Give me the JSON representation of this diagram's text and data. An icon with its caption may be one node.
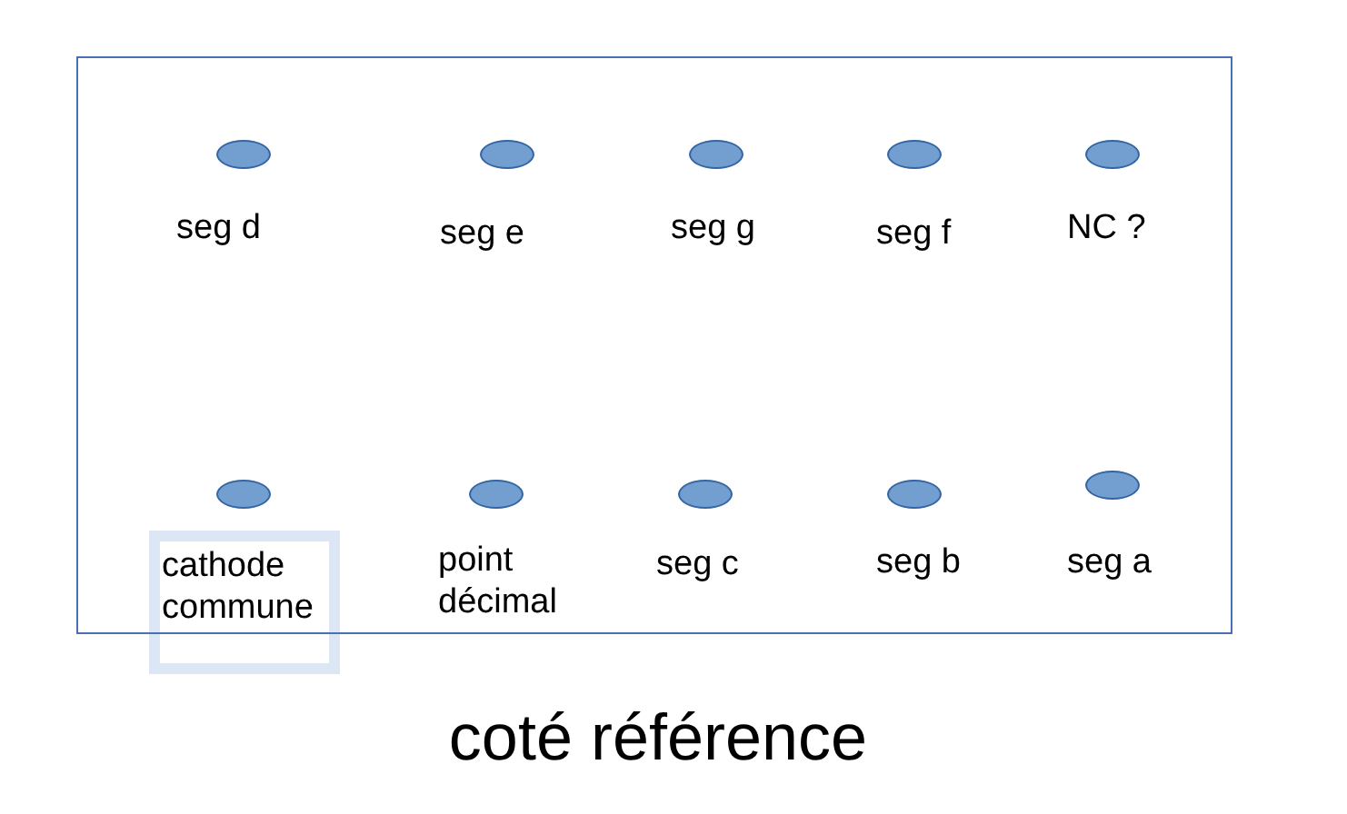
{
  "diagram": {
    "caption": "coté référence",
    "nodes": [
      {
        "text": [],
        "shape": "box"
      },
      {
        "text": [],
        "shape": "ellipse",
        "in": 0,
        "beside": [
          "seg d"
        ]
      },
      {
        "text": [],
        "shape": "ellipse",
        "in": 0,
        "beside": [
          "seg e"
        ]
      },
      {
        "text": [],
        "shape": "ellipse",
        "in": 0,
        "beside": [
          "seg g"
        ]
      },
      {
        "text": [],
        "shape": "ellipse",
        "in": 0,
        "beside": [
          "seg f"
        ]
      },
      {
        "text": [],
        "shape": "ellipse",
        "in": 0,
        "beside": [
          "NC ?"
        ]
      },
      {
        "text": [],
        "shape": "ellipse",
        "in": 0,
        "beside": [
          "cathode commune"
        ]
      },
      {
        "text": [],
        "shape": "ellipse",
        "in": 0,
        "beside": [
          "point décimal"
        ]
      },
      {
        "text": [],
        "shape": "ellipse",
        "in": 0,
        "beside": [
          "seg c"
        ]
      },
      {
        "text": [],
        "shape": "ellipse",
        "in": 0,
        "beside": [
          "seg b"
        ]
      },
      {
        "text": [],
        "shape": "ellipse",
        "in": 0,
        "beside": [
          "seg a"
        ]
      }
    ]
  }
}
